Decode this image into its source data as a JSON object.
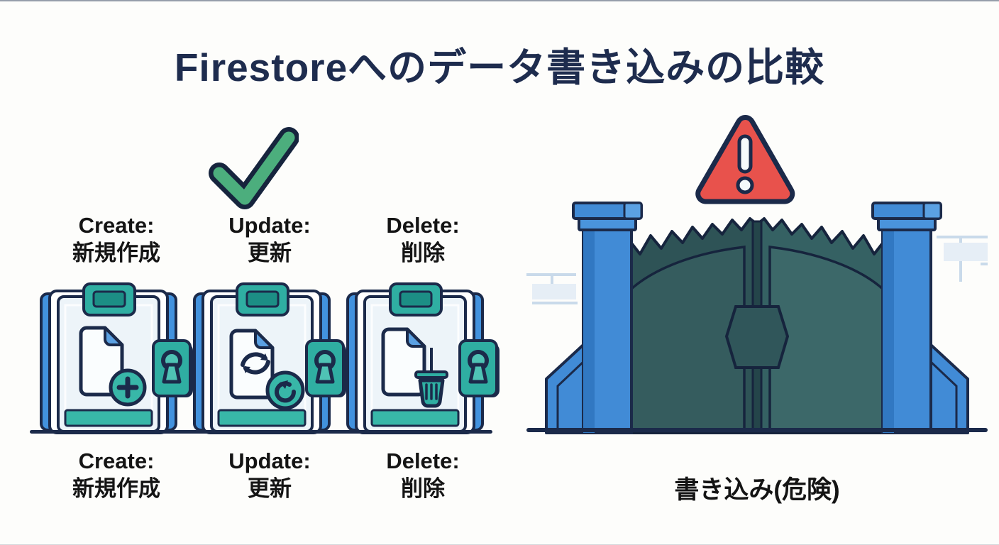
{
  "title": "Firestoreへのデータ書き込みの比較",
  "safe_side": {
    "verdict_icon": "green-checkmark",
    "columns": [
      {
        "label_en": "Create:",
        "label_ja": "新規作成"
      },
      {
        "label_en": "Update:",
        "label_ja": "更新"
      },
      {
        "label_en": "Delete:",
        "label_ja": "削除"
      }
    ]
  },
  "danger_side": {
    "verdict_icon": "red-warning-triangle",
    "label": "書き込み(危険)"
  },
  "icons": {
    "check": "check-icon",
    "warning": "warning-triangle-icon",
    "create": "document-plus-icon",
    "update": "document-sync-icon",
    "delete": "document-trash-icon",
    "lock": "lock-icon",
    "gate": "closed-gate-icon"
  },
  "colors": {
    "outline_navy": "#1B2A4A",
    "title_navy": "#1E2C4E",
    "text_black": "#141414",
    "rail_blue": "#4292DE",
    "corner_blue": "#5BA1E3",
    "teal": "#2FAEA2",
    "teal_dark": "#1C8E85",
    "teal_strip": "#38B7A8",
    "check_green": "#4CAE7D",
    "warning_red": "#E8524C",
    "gate_slate_left": "#2E5356",
    "gate_slate_right": "#356163",
    "pillar_blue": "#418BD6",
    "board_light": "#EDF4F9",
    "brick_light": "#D3E1EF",
    "background": "#FDFDFB"
  }
}
